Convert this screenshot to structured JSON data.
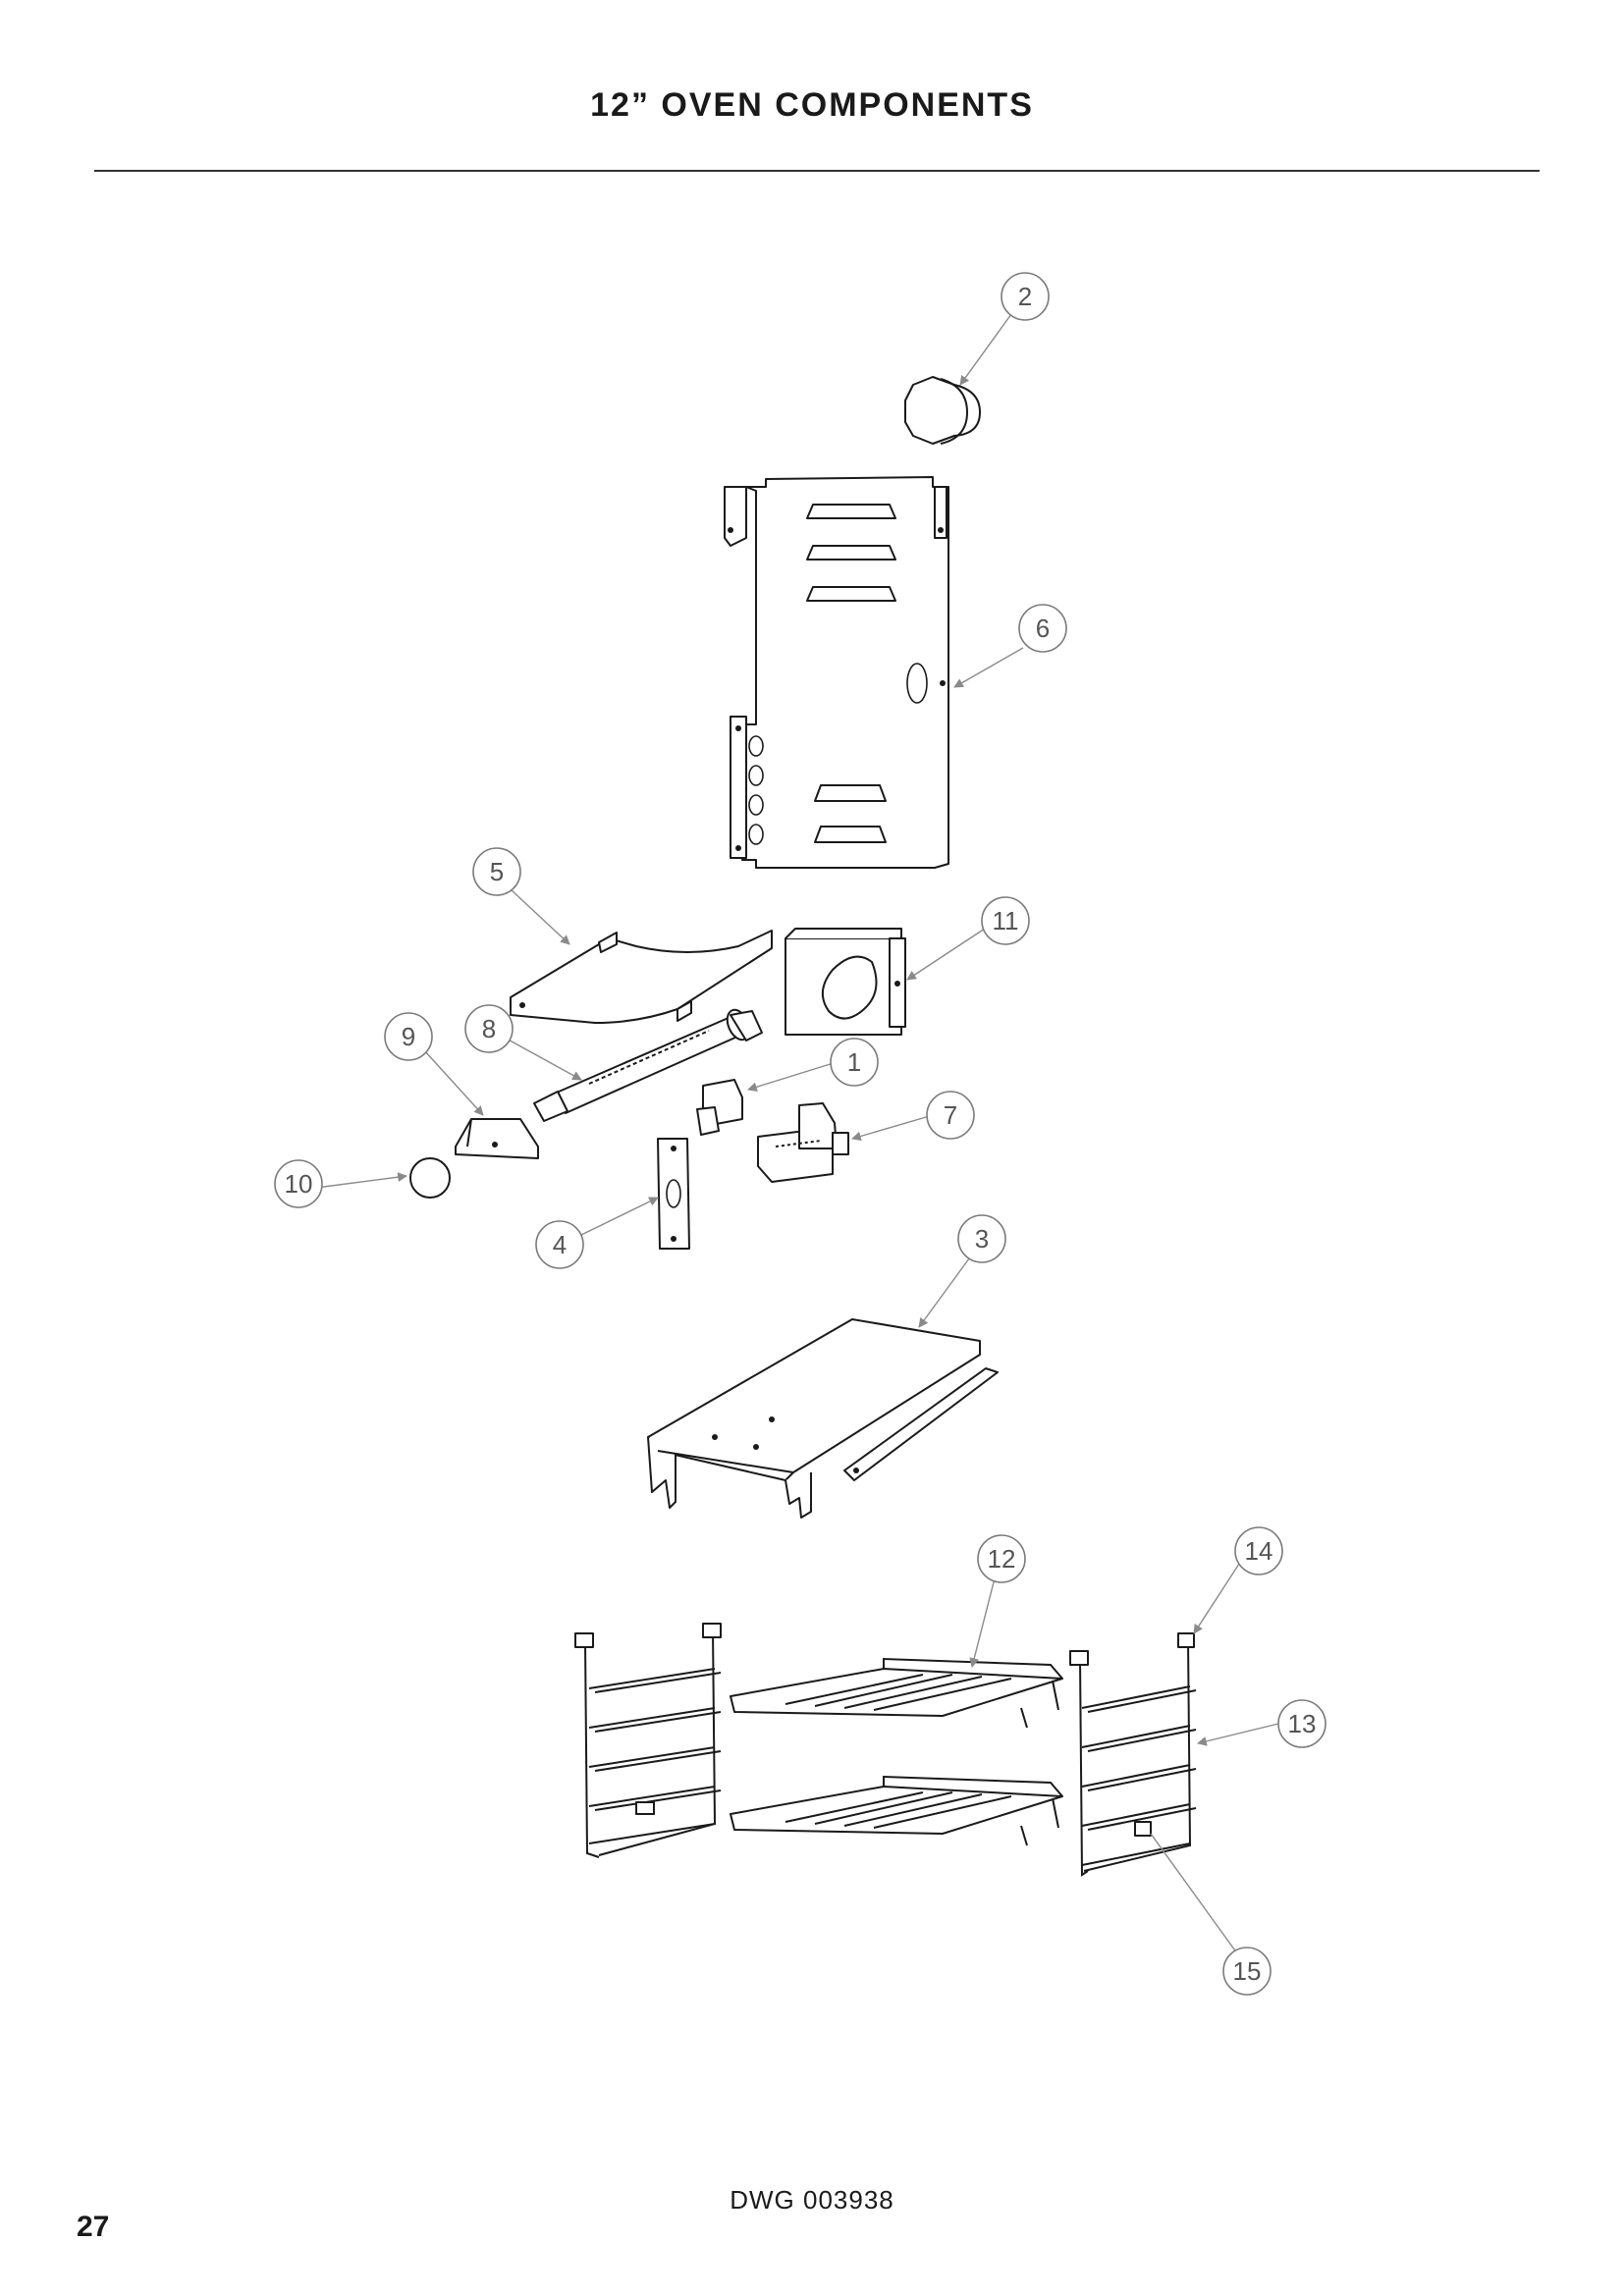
{
  "title": "12” OVEN COMPONENTS",
  "drawing_number": "DWG 003938",
  "page_number": "27",
  "callouts": [
    "1",
    "2",
    "3",
    "4",
    "5",
    "6",
    "7",
    "8",
    "9",
    "10",
    "11",
    "12",
    "13",
    "14",
    "15"
  ]
}
